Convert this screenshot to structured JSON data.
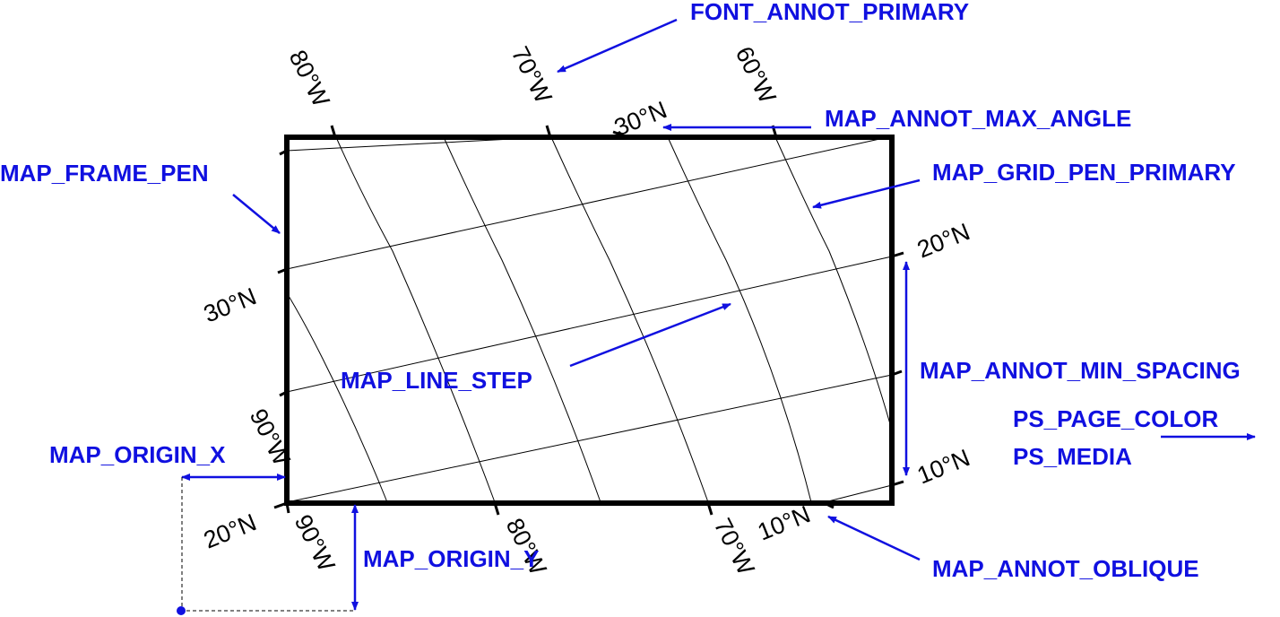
{
  "colors": {
    "frame": "#000000",
    "grid": "#000000",
    "label": "#1010e0"
  },
  "labels": {
    "font_annot_primary": "FONT_ANNOT_PRIMARY",
    "map_annot_max_angle": "MAP_ANNOT_MAX_ANGLE",
    "map_frame_pen": "MAP_FRAME_PEN",
    "map_grid_pen_primary": "MAP_GRID_PEN_PRIMARY",
    "map_line_step": "MAP_LINE_STEP",
    "map_annot_min_spacing": "MAP_ANNOT_MIN_SPACING",
    "ps_page_color": "PS_PAGE_COLOR",
    "ps_media": "PS_MEDIA",
    "map_origin_x": "MAP_ORIGIN_X",
    "map_origin_y": "MAP_ORIGIN_Y",
    "map_annot_oblique": "MAP_ANNOT_OBLIQUE"
  },
  "annotations": {
    "top_80w": "80°W",
    "top_70w": "70°W",
    "top_60w": "60°W",
    "top_30n": "30°N",
    "left_30n": "30°N",
    "left_90w": "90°W",
    "left_20n": "20°N",
    "bottom_90w": "90°W",
    "bottom_80w": "80°W",
    "bottom_70w": "70°W",
    "bottom_10n": "10°N",
    "right_20n": "20°N",
    "right_10n": "10°N"
  }
}
